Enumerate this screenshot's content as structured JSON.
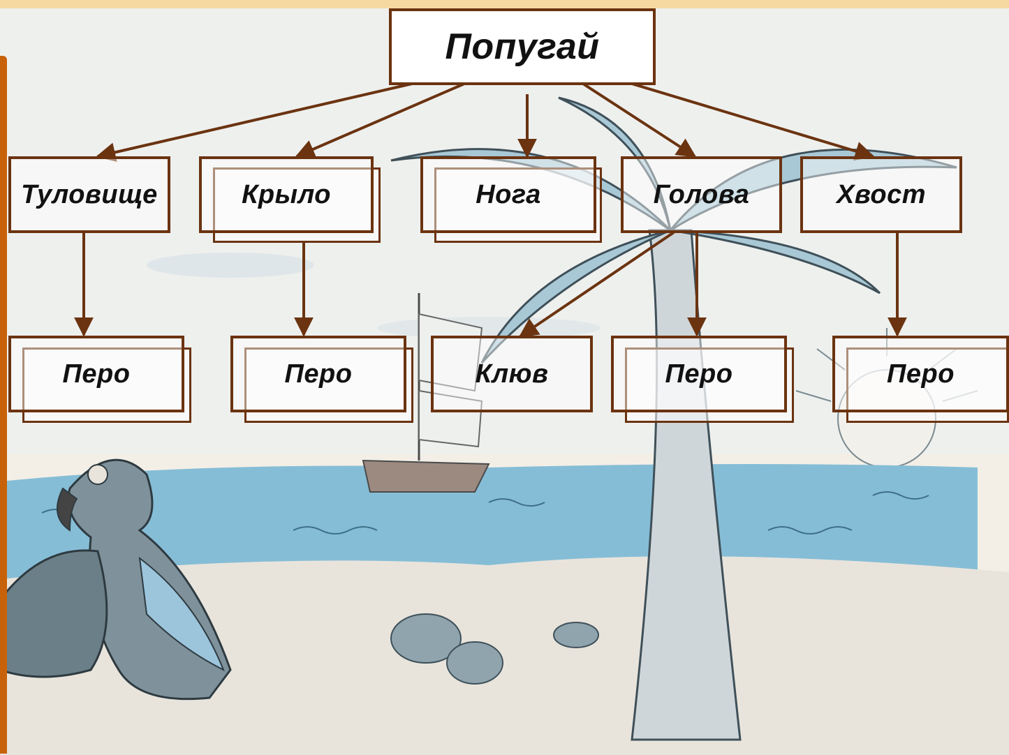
{
  "colors": {
    "connector": "#6b3310",
    "sky": "#eef0ef",
    "sea": "#7fb8d2",
    "sand": "#e4dfd6",
    "frame": "#c8620a"
  },
  "illustration": {
    "subject": "parrot-on-beach-with-palm-and-ship",
    "icons": [
      "parrot-icon",
      "palm-tree-icon",
      "ship-icon",
      "sun-icon",
      "stone-icon"
    ]
  },
  "root": {
    "label": "Попугай"
  },
  "level1": [
    {
      "label": "Туловище"
    },
    {
      "label": "Крыло"
    },
    {
      "label": "Нога"
    },
    {
      "label": "Голова"
    },
    {
      "label": "Хвост"
    }
  ],
  "level2": [
    {
      "label": "Перо"
    },
    {
      "label": "Перо"
    },
    {
      "label": "Клюв"
    },
    {
      "label": "Перо"
    },
    {
      "label": "Перо"
    }
  ]
}
